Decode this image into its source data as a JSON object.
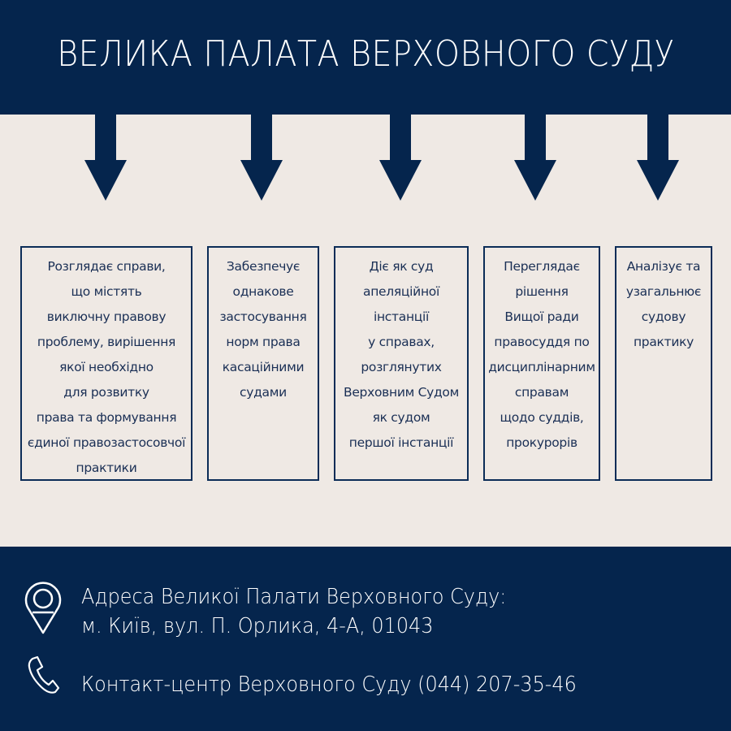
{
  "header": {
    "title": "ВЕЛИКА ПАЛАТА ВЕРХОВНОГО СУДУ"
  },
  "boxes": [
    {
      "lines": [
        "Розглядає справи,",
        "що містять",
        "виключну правову",
        "проблему, вирішення",
        "якої необхідно",
        "для розвитку",
        "права та формування",
        "єдиної правозастосовчої",
        "практики"
      ]
    },
    {
      "lines": [
        "Забезпечує",
        "однакове",
        "застосування",
        "норм права",
        "касаційними",
        "судами"
      ]
    },
    {
      "lines": [
        "Діє як суд",
        "апеляційної",
        "інстанції",
        "у справах,",
        "розглянутих",
        "Верховним Судом",
        "як судом",
        "першої інстанції"
      ]
    },
    {
      "lines": [
        "Переглядає",
        "рішення",
        "Вищої ради",
        "правосуддя по",
        "дисциплінарним",
        "справам",
        "щодо суддів,",
        "прокурорів"
      ]
    },
    {
      "lines": [
        "Аналізує та",
        "узагальнює",
        "судову",
        "практику"
      ]
    }
  ],
  "footer": {
    "address_label": "Адреса Великої Палати Верховного Суду:",
    "address": "м. Київ, вул. П. Орлика, 4-А, 01043",
    "contact": "Контакт-центр Верховного Суду (044) 207-35-46",
    "icons": [
      "location-pin-icon",
      "phone-icon"
    ]
  },
  "colors": {
    "navy": "#05254d",
    "background": "#efe9e4",
    "text": "#1a2f55"
  }
}
